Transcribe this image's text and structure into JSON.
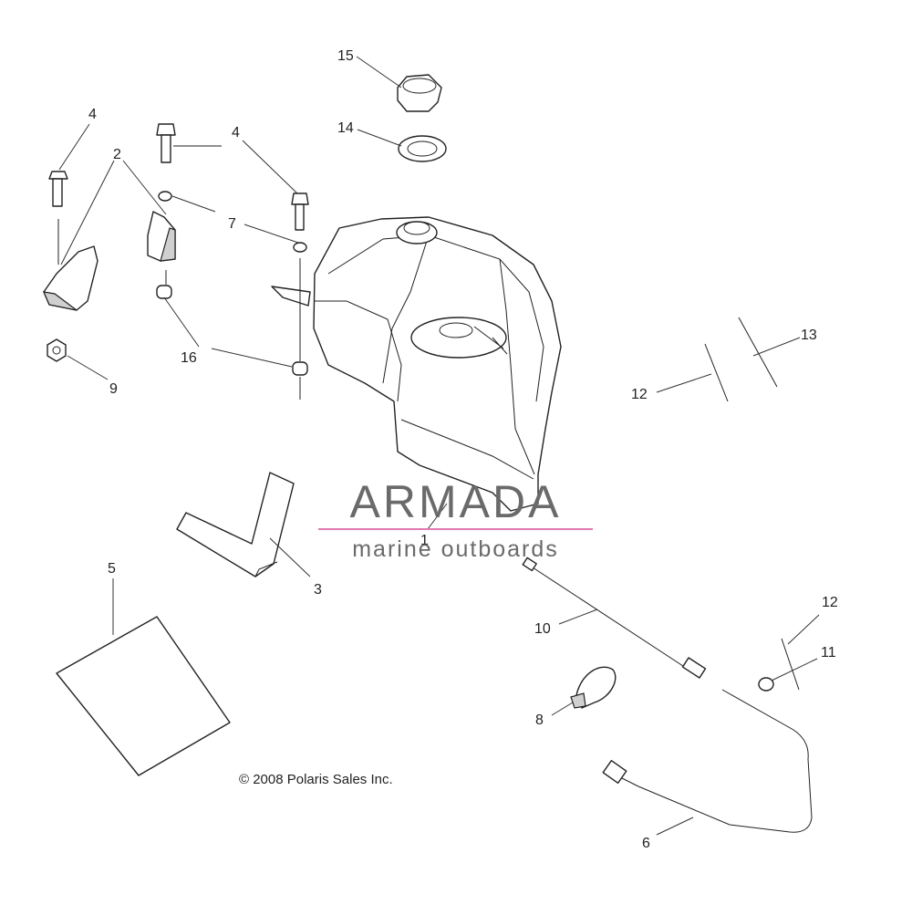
{
  "callouts": [
    {
      "id": "c1",
      "label": "1"
    },
    {
      "id": "c2",
      "label": "2"
    },
    {
      "id": "c3",
      "label": "3"
    },
    {
      "id": "c4a",
      "label": "4"
    },
    {
      "id": "c4b",
      "label": "4"
    },
    {
      "id": "c5",
      "label": "5"
    },
    {
      "id": "c6",
      "label": "6"
    },
    {
      "id": "c7",
      "label": "7"
    },
    {
      "id": "c8",
      "label": "8"
    },
    {
      "id": "c9",
      "label": "9"
    },
    {
      "id": "c10",
      "label": "10"
    },
    {
      "id": "c11",
      "label": "11"
    },
    {
      "id": "c12a",
      "label": "12"
    },
    {
      "id": "c12b",
      "label": "12"
    },
    {
      "id": "c13",
      "label": "13"
    },
    {
      "id": "c14",
      "label": "14"
    },
    {
      "id": "c15",
      "label": "15"
    },
    {
      "id": "c16",
      "label": "16"
    }
  ],
  "watermark": {
    "brand": "ARMADA",
    "tagline": "marine outboards",
    "accent_color": "#e07ab0"
  },
  "copyright": "© 2008 Polaris Sales Inc."
}
